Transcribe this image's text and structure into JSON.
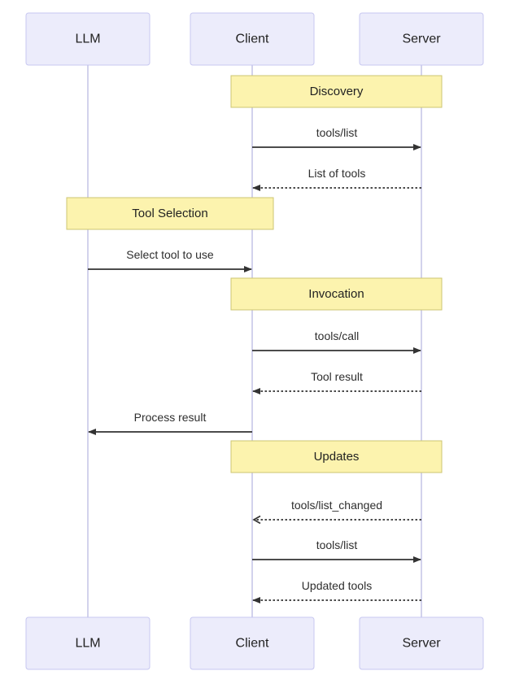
{
  "diagram": {
    "type": "sequence-diagram",
    "background_color": "#ffffff",
    "colors": {
      "actor_fill": "#ececfb",
      "actor_border": "#c7c7f0",
      "note_fill": "#fcf3ae",
      "note_border": "#cdc573",
      "lifeline": "#d2d2ec",
      "message_line": "#333333",
      "text": "#222222"
    },
    "actors": [
      {
        "id": "llm",
        "label": "LLM"
      },
      {
        "id": "client",
        "label": "Client"
      },
      {
        "id": "server",
        "label": "Server"
      }
    ],
    "sections": [
      {
        "label": "Discovery",
        "over": [
          "client",
          "server"
        ]
      },
      {
        "label": "Tool Selection",
        "over": [
          "llm",
          "client"
        ]
      },
      {
        "label": "Invocation",
        "over": [
          "client",
          "server"
        ]
      },
      {
        "label": "Updates",
        "over": [
          "client",
          "server"
        ]
      }
    ],
    "messages": [
      {
        "label": "tools/list",
        "from": "client",
        "to": "server",
        "line": "solid",
        "arrowhead": "filled",
        "section": "Discovery"
      },
      {
        "label": "List of tools",
        "from": "server",
        "to": "client",
        "line": "dashed",
        "arrowhead": "filled",
        "section": "Discovery"
      },
      {
        "label": "Select tool to use",
        "from": "llm",
        "to": "client",
        "line": "solid",
        "arrowhead": "filled",
        "section": "Tool Selection"
      },
      {
        "label": "tools/call",
        "from": "client",
        "to": "server",
        "line": "solid",
        "arrowhead": "filled",
        "section": "Invocation"
      },
      {
        "label": "Tool result",
        "from": "server",
        "to": "client",
        "line": "dashed",
        "arrowhead": "filled",
        "section": "Invocation"
      },
      {
        "label": "Process result",
        "from": "client",
        "to": "llm",
        "line": "solid",
        "arrowhead": "filled",
        "section": "Invocation"
      },
      {
        "label": "tools/list_changed",
        "from": "server",
        "to": "client",
        "line": "dashed",
        "arrowhead": "open",
        "section": "Updates"
      },
      {
        "label": "tools/list",
        "from": "client",
        "to": "server",
        "line": "solid",
        "arrowhead": "filled",
        "section": "Updates"
      },
      {
        "label": "Updated tools",
        "from": "server",
        "to": "client",
        "line": "dashed",
        "arrowhead": "filled",
        "section": "Updates"
      }
    ]
  }
}
